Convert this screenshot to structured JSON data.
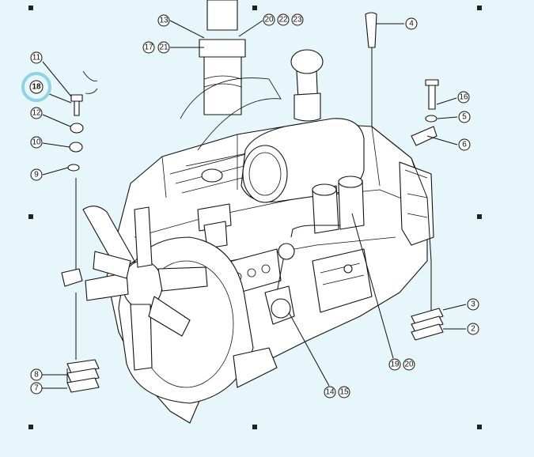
{
  "diagram": {
    "background_color": "#e6f6fb",
    "highlight_color": "#8ed3e6",
    "selected_part": "18",
    "callouts": {
      "c4": "4",
      "c13": "13",
      "c20a": "20",
      "c22": "22",
      "c23": "23",
      "c17": "17",
      "c21": "21",
      "c11": "11",
      "c18": "18",
      "c12": "12",
      "c10": "10",
      "c9": "9",
      "c16": "16",
      "c5": "5",
      "c6": "6",
      "c3": "3",
      "c2": "2",
      "c8": "8",
      "c7": "7",
      "c14": "14",
      "c15": "15",
      "c19": "19",
      "c20b": "20"
    }
  }
}
